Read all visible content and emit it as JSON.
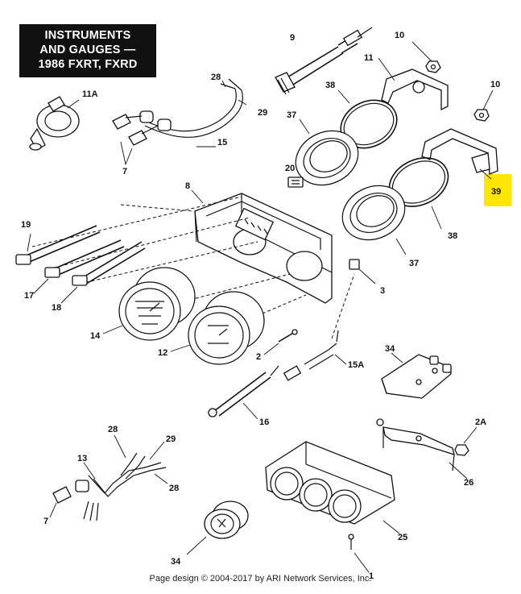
{
  "title": {
    "lines": [
      "INSTRUMENTS",
      "AND GAUGES —",
      "1986 FXRT, FXRD"
    ]
  },
  "footer": "Page design © 2004-2017 by ARI Network Services, Inc.",
  "highlight_color": "#FFE600",
  "parts": [
    {
      "key": "p9",
      "label": "9"
    },
    {
      "key": "p10a",
      "label": "10"
    },
    {
      "key": "p11",
      "label": "11"
    },
    {
      "key": "p10b",
      "label": "10"
    },
    {
      "key": "p11a",
      "label": "11A"
    },
    {
      "key": "p28a",
      "label": "28"
    },
    {
      "key": "p29a",
      "label": "29"
    },
    {
      "key": "p38a",
      "label": "38"
    },
    {
      "key": "p37a",
      "label": "37"
    },
    {
      "key": "p15",
      "label": "15"
    },
    {
      "key": "p7a",
      "label": "7"
    },
    {
      "key": "p20",
      "label": "20"
    },
    {
      "key": "p39",
      "label": "39",
      "highlighted": true
    },
    {
      "key": "p8",
      "label": "8"
    },
    {
      "key": "p38b",
      "label": "38"
    },
    {
      "key": "p19",
      "label": "19"
    },
    {
      "key": "p37b",
      "label": "37"
    },
    {
      "key": "p17",
      "label": "17"
    },
    {
      "key": "p3",
      "label": "3"
    },
    {
      "key": "p18",
      "label": "18"
    },
    {
      "key": "p14",
      "label": "14"
    },
    {
      "key": "p12",
      "label": "12"
    },
    {
      "key": "p2a",
      "label": "2"
    },
    {
      "key": "p34a",
      "label": "34"
    },
    {
      "key": "p15a",
      "label": "15A"
    },
    {
      "key": "p16",
      "label": "16"
    },
    {
      "key": "p2A",
      "label": "2A"
    },
    {
      "key": "p28b",
      "label": "28"
    },
    {
      "key": "p29b",
      "label": "29"
    },
    {
      "key": "p13",
      "label": "13"
    },
    {
      "key": "p26",
      "label": "26"
    },
    {
      "key": "p28c",
      "label": "28"
    },
    {
      "key": "p7b",
      "label": "7"
    },
    {
      "key": "p25",
      "label": "25"
    },
    {
      "key": "p34b",
      "label": "34"
    },
    {
      "key": "p1",
      "label": "1"
    }
  ]
}
